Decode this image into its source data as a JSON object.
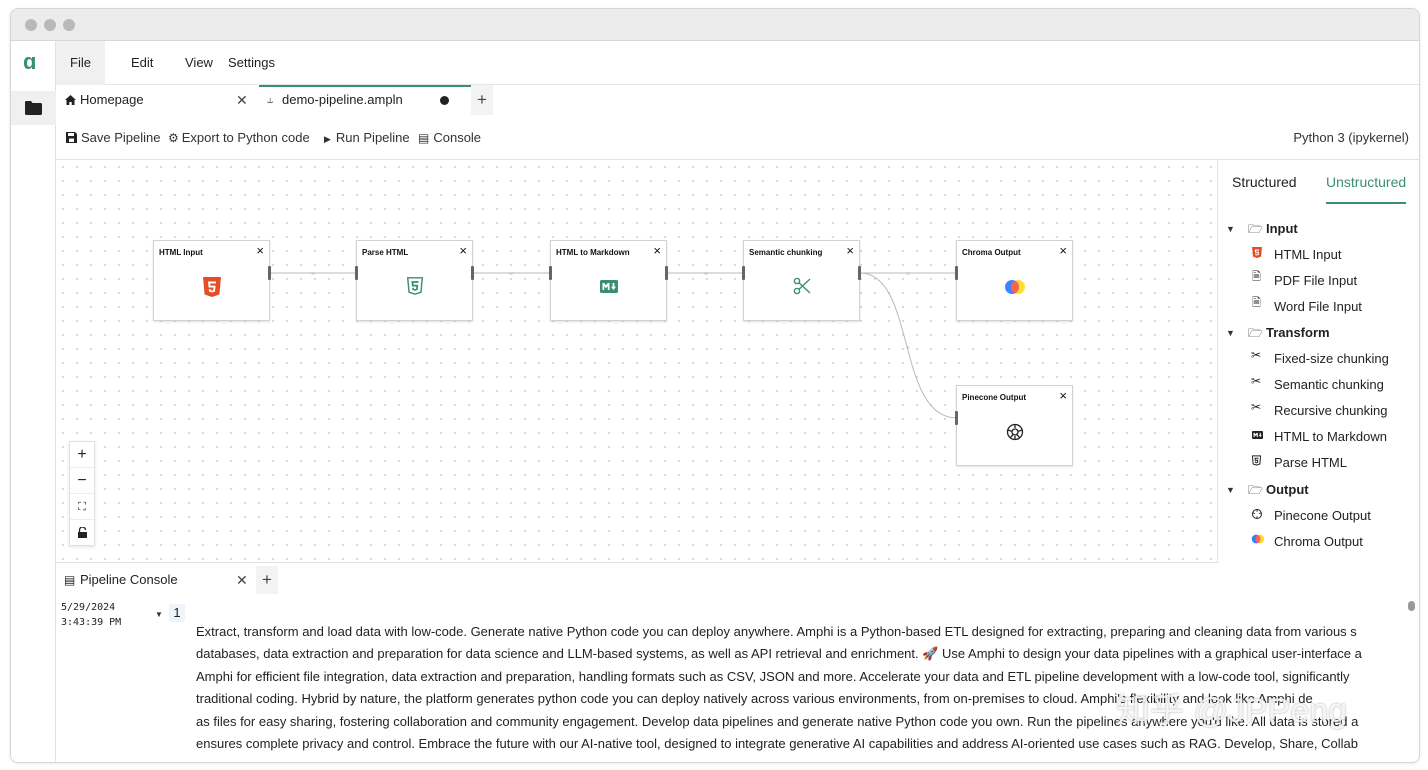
{
  "menu": {
    "file": "File",
    "edit": "Edit",
    "view": "View",
    "settings": "Settings"
  },
  "tabs": [
    {
      "label": "Homepage",
      "icon": "home-icon"
    },
    {
      "label": "demo-pipeline.ampln",
      "icon": "pipeline-icon",
      "modified": true
    }
  ],
  "toolbar": {
    "save": "Save Pipeline",
    "export": "Export to Python code",
    "run": "Run Pipeline",
    "console": "Console",
    "kernel": "Python 3 (ipykernel)"
  },
  "nodes": [
    {
      "id": "html-input",
      "title": "HTML Input",
      "icon": "html5-icon"
    },
    {
      "id": "parse-html",
      "title": "Parse HTML",
      "icon": "html5-outline-icon"
    },
    {
      "id": "html-to-markdown",
      "title": "HTML to Markdown",
      "icon": "markdown-icon"
    },
    {
      "id": "semantic-chunking",
      "title": "Semantic chunking",
      "icon": "scissors-icon"
    },
    {
      "id": "chroma-output",
      "title": "Chroma Output",
      "icon": "chroma-icon"
    },
    {
      "id": "pinecone-output",
      "title": "Pinecone Output",
      "icon": "pinecone-icon"
    }
  ],
  "sidebar": {
    "tabs": [
      "Structured",
      "Unstructured"
    ],
    "active_tab": "Unstructured",
    "categories": [
      {
        "name": "Input",
        "items": [
          "HTML Input",
          "PDF File Input",
          "Word File Input"
        ]
      },
      {
        "name": "Transform",
        "items": [
          "Fixed-size chunking",
          "Semantic chunking",
          "Recursive chunking",
          "HTML to Markdown",
          "Parse HTML"
        ]
      },
      {
        "name": "Output",
        "items": [
          "Pinecone Output",
          "Chroma Output"
        ]
      }
    ]
  },
  "console": {
    "tab_label": "Pipeline Console",
    "date": "5/29/2024",
    "time": "3:43:39 PM",
    "count": "1",
    "lines": [
      "Extract, transform and load data with low-code. Generate native Python code you can deploy anywhere. Amphi is a Python-based ETL designed for extracting, preparing and cleaning data from various s",
      "databases, data extraction and preparation for data science and LLM-based systems, as well as API retrieval and enrichment. 🚀 Use Amphi to design your data pipelines with a graphical user-interface a",
      "Amphi for efficient file integration, data extraction and preparation, handling formats such as CSV, JSON and more. Accelerate your data and ETL pipeline development with a low-code tool, significantly",
      "traditional coding. Hybrid by nature, the platform generates python code you can deploy natively across various environments, from on-premises to cloud. Amphi's flexibility and look like Amphi de",
      "as files for easy sharing, fostering collaboration and community engagement. Develop data pipelines and generate native Python code you own. Run the pipelines anywhere you'd like. All data is stored a",
      "ensures complete privacy and control. Embrace the future with our AI-native tool, designed to integrate generative AI capabilities and address AI-oriented use cases such as RAG. Develop, Share, Collab"
    ]
  },
  "watermark": "知乎 @JPPeng",
  "colors": {
    "accent": "#3a8f6f",
    "html5": "#e44d26",
    "parse": "#3a8f6f"
  }
}
